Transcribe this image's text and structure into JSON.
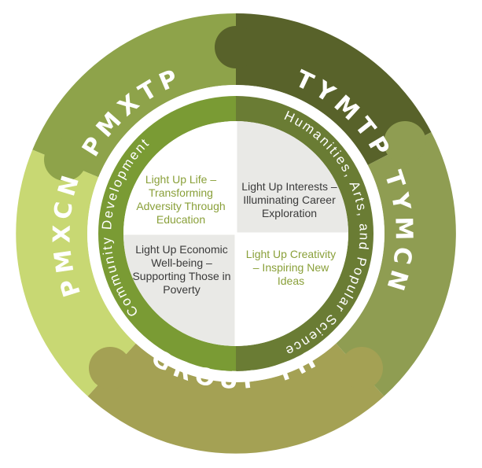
{
  "outer_ring": {
    "segments": [
      {
        "label": "PMXTP",
        "color": "#8ea34a"
      },
      {
        "label": "TYMTP",
        "color": "#58622a"
      },
      {
        "label": "TYMCN",
        "color": "#8f9d52"
      },
      {
        "label": "GROUP TH",
        "color": "#a4a154"
      },
      {
        "label": "PMXCN",
        "color": "#c8d873"
      }
    ]
  },
  "middle_ring": {
    "left": {
      "label": "Community Development",
      "color": "#7a9b34"
    },
    "right": {
      "label": "Humanities, Arts, and Popular Science",
      "color": "#6a7c34"
    }
  },
  "quadrants": {
    "top_left": {
      "text": "Light Up Life – Transforming Adversity Through Education",
      "bg": "#ffffff"
    },
    "top_right": {
      "text": "Light Up Interests – Illuminating Career Exploration",
      "bg": "#e9e9e6"
    },
    "bottom_left": {
      "text": "Light Up Economic Well-being – Supporting Those in Poverty",
      "bg": "#e9e9e6"
    },
    "bottom_right": {
      "text": "Light Up Creativity – Inspiring New Ideas",
      "bg": "#ffffff"
    }
  }
}
